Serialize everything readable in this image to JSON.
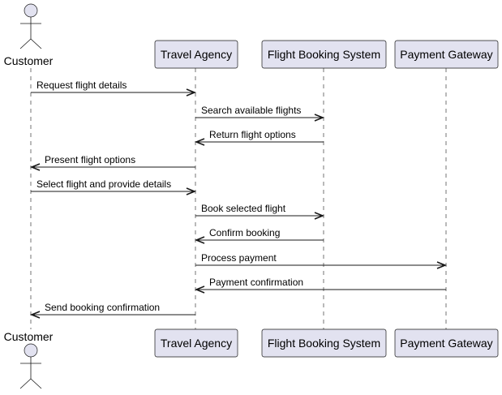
{
  "actors": [
    {
      "id": "customer",
      "label": "Customer",
      "kind": "actor"
    },
    {
      "id": "agency",
      "label": "Travel Agency",
      "kind": "participant"
    },
    {
      "id": "flights",
      "label": "Flight Booking System",
      "kind": "participant"
    },
    {
      "id": "payment",
      "label": "Payment Gateway",
      "kind": "participant"
    }
  ],
  "messages": [
    {
      "from": "customer",
      "to": "agency",
      "label": "Request flight details"
    },
    {
      "from": "agency",
      "to": "flights",
      "label": "Search available flights"
    },
    {
      "from": "flights",
      "to": "agency",
      "label": "Return flight options"
    },
    {
      "from": "agency",
      "to": "customer",
      "label": "Present flight options"
    },
    {
      "from": "customer",
      "to": "agency",
      "label": "Select flight and provide details"
    },
    {
      "from": "agency",
      "to": "flights",
      "label": "Book selected flight"
    },
    {
      "from": "flights",
      "to": "agency",
      "label": "Confirm booking"
    },
    {
      "from": "agency",
      "to": "payment",
      "label": "Process payment"
    },
    {
      "from": "payment",
      "to": "agency",
      "label": "Payment confirmation"
    },
    {
      "from": "agency",
      "to": "customer",
      "label": "Send booking confirmation"
    }
  ],
  "colors": {
    "participant_fill": "#E2E2F0",
    "stroke": "#181818",
    "background": "#FFFFFF"
  }
}
